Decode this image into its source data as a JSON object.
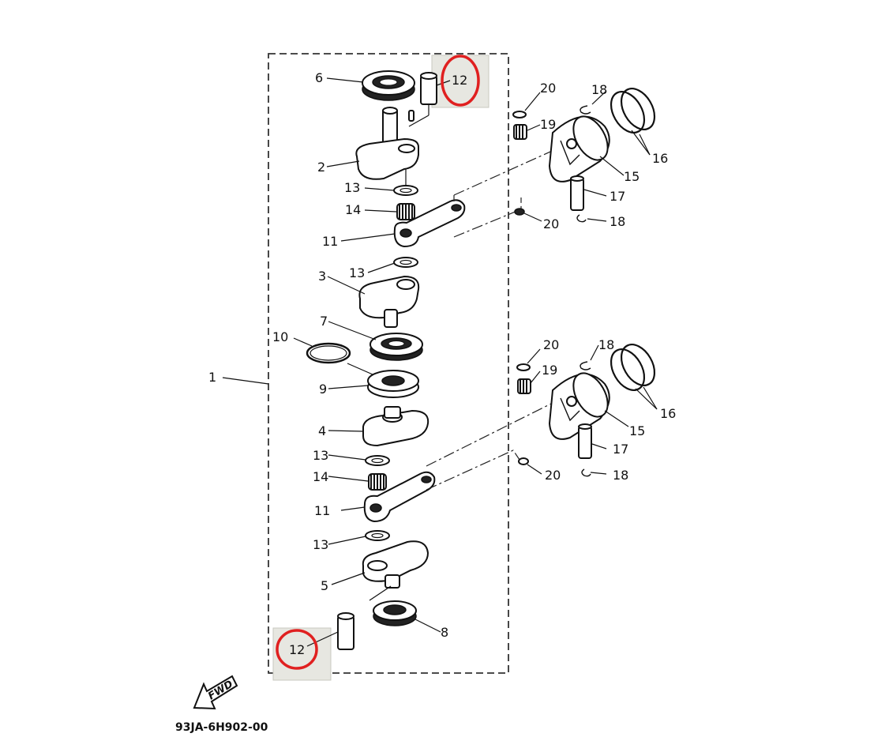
{
  "diagram": {
    "drawing_code": "93JA-6H902-00",
    "fwd_label": "FWD",
    "highlight_color": "#e02020",
    "labels": {
      "assembly": "1",
      "upper_crank_web": "2",
      "middle_crank_web": "3",
      "lower_middle_web": "4",
      "lower_crank_web": "5",
      "top_bearing": "6",
      "center_bearing": "7",
      "bottom_bearing": "8",
      "labyrinth_seal": "9",
      "seal_ring": "10",
      "con_rod_upper": "11",
      "con_rod_lower": "11",
      "crank_pin_upper": "12",
      "crank_pin_lower": "12",
      "washer_1": "13",
      "washer_2": "13",
      "washer_3": "13",
      "washer_4": "13",
      "needle_bearing_upper": "14",
      "needle_bearing_lower": "14",
      "piston_upper": "15",
      "piston_lower": "15",
      "rings_upper": "16",
      "rings_lower": "16",
      "piston_pin_upper": "17",
      "piston_pin_lower": "17",
      "clip_upper_a": "18",
      "clip_upper_b": "18",
      "clip_lower_a": "18",
      "clip_lower_b": "18",
      "small_end_bearing_upper": "19",
      "small_end_bearing_lower": "19",
      "pin_washer_upper_a": "20",
      "pin_washer_upper_b": "20",
      "pin_washer_lower_a": "20",
      "pin_washer_lower_b": "20"
    }
  }
}
